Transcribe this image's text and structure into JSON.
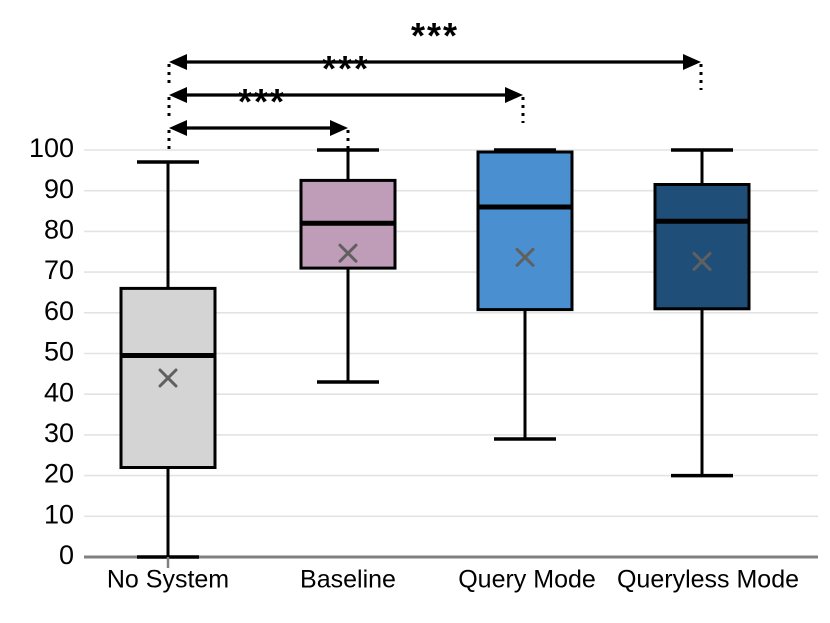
{
  "chart_data": {
    "type": "box",
    "title": "",
    "xlabel": "",
    "ylabel": "",
    "ylim": [
      0,
      100
    ],
    "yticks": [
      0,
      10,
      20,
      30,
      40,
      50,
      60,
      70,
      80,
      90,
      100
    ],
    "ytick_labels": [
      "0",
      "10",
      "20",
      "30",
      "40",
      "50",
      "60",
      "70",
      "80",
      "90",
      "100"
    ],
    "grid": true,
    "legend": "none",
    "categories": [
      "No System",
      "Baseline",
      "Query Mode",
      "Queryless Mode"
    ],
    "boxes": [
      {
        "label": "No System",
        "whisker_low": 0,
        "q1": 22,
        "median": 49.5,
        "q3": 66,
        "whisker_high": 97,
        "mean": 44,
        "fill": "#d4d4d4",
        "stroke": "#000000"
      },
      {
        "label": "Baseline",
        "whisker_low": 43,
        "q1": 71,
        "median": 82,
        "q3": 92.5,
        "whisker_high": 100,
        "mean": 75,
        "fill": "#bf9cb8",
        "stroke": "#000000"
      },
      {
        "label": "Query Mode",
        "whisker_low": 29,
        "q1": 62,
        "median": 86,
        "q3": 99.5,
        "whisker_high": 100,
        "mean": 74,
        "fill": "#4a90d0",
        "stroke": "#000000"
      },
      {
        "label": "Queryless Mode",
        "whisker_low": 20,
        "q1": 61,
        "median": 82.5,
        "q3": 91.5,
        "whisker_high": 100,
        "mean": 73,
        "fill": "#1f4e79",
        "stroke": "#000000"
      }
    ],
    "significance_brackets": [
      {
        "from": "No System",
        "to": "Baseline",
        "label": "***",
        "level": 1
      },
      {
        "from": "No System",
        "to": "Query Mode",
        "label": "***",
        "level": 2
      },
      {
        "from": "No System",
        "to": "Queryless Mode",
        "label": "***",
        "level": 3
      }
    ],
    "mean_marker": "x",
    "colors": {
      "grid": "#e3e3e3",
      "axis": "#808080",
      "outline": "#000000",
      "mean_marker": "#606060"
    }
  }
}
